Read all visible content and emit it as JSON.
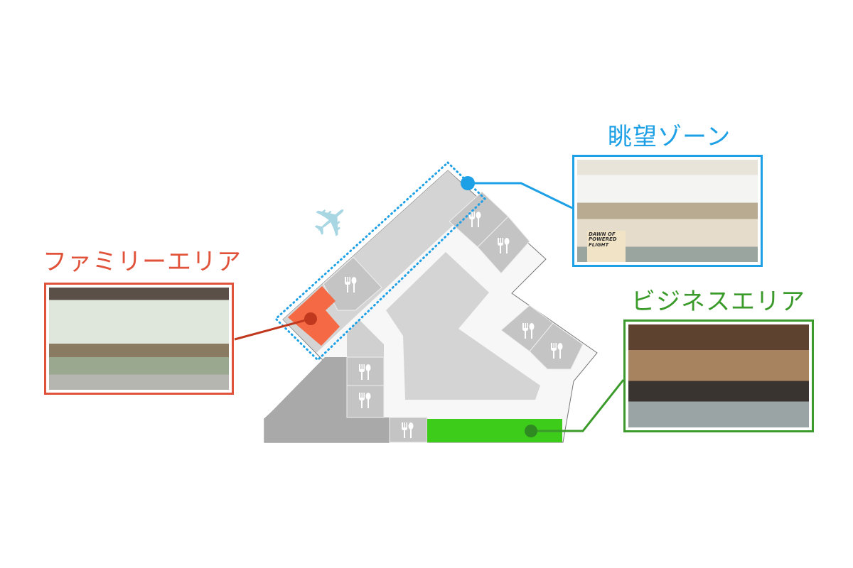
{
  "zones": {
    "family": {
      "label": "ファミリーエリア",
      "color": "#e0533a",
      "photo_icon": "family-area-rendering"
    },
    "view": {
      "label": "眺望ゾーン",
      "color": "#1ea0e6",
      "photo_icon": "view-zone-rendering",
      "poster_text": "DAWN OF POWERED FLIGHT"
    },
    "business": {
      "label": "ビジネスエリア",
      "color": "#3a9a2a",
      "photo_icon": "business-area-rendering"
    }
  },
  "map": {
    "restaurant_icon": "fork-spoon-icon",
    "airplane_icon": "airplane-icon",
    "plane_glyph": "✈",
    "colors": {
      "building": "#f7f7f7",
      "wing": "#d4d4d4",
      "restaurant": "#c4c4c4",
      "dark": "#a9a9a9",
      "family": "#f56a45",
      "business": "#3dcc1a",
      "plane": "#a8d6e2"
    }
  }
}
